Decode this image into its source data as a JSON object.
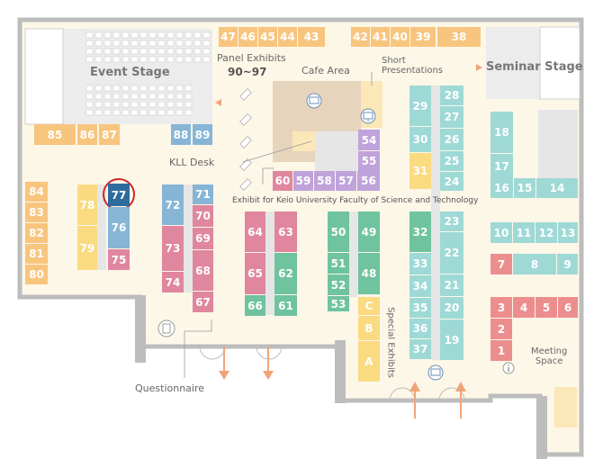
{
  "colors": {
    "orange": "#F8C57E",
    "yellow": "#FADB82",
    "blue": "#87B5D6",
    "pink": "#E0869F",
    "green": "#6FC39E",
    "purple": "#BFA3DA",
    "teal": "#9ED9D6",
    "coral": "#EC8E8E",
    "selected": "#2E6C9E",
    "cafe": "#E7D4BD",
    "floor": "#FDF7E8",
    "wall": "#BDBDBD",
    "gray_area": "#E6E6E6",
    "arrow": "#F0A479",
    "ring": "#D3262A"
  },
  "labels": {
    "event_stage": "Event Stage",
    "seminar_stage": "Seminar Stage",
    "panel_exhibits": "Panel Exhibits",
    "panel_range": "90~97",
    "cafe_area": "Cafe Area",
    "short_presentations": "Short\nPresentations",
    "kll_desk": "KLL Desk",
    "keio_exhibit": "Exhibit for Keio University Faculty of Science and Technology",
    "special_exhibits": "Special Exhibits",
    "questionnaire": "Questionnaire",
    "meeting_space": "Meeting\nSpace"
  },
  "selected_booth": "77",
  "booths": [
    {
      "n": "47",
      "c": "orange"
    },
    {
      "n": "46",
      "c": "orange"
    },
    {
      "n": "45",
      "c": "orange"
    },
    {
      "n": "44",
      "c": "orange"
    },
    {
      "n": "43",
      "c": "orange"
    },
    {
      "n": "42",
      "c": "orange"
    },
    {
      "n": "41",
      "c": "orange"
    },
    {
      "n": "40",
      "c": "orange"
    },
    {
      "n": "39",
      "c": "orange"
    },
    {
      "n": "38",
      "c": "orange"
    },
    {
      "n": "85",
      "c": "orange"
    },
    {
      "n": "86",
      "c": "orange"
    },
    {
      "n": "87",
      "c": "orange"
    },
    {
      "n": "88",
      "c": "blue"
    },
    {
      "n": "89",
      "c": "blue"
    },
    {
      "n": "84",
      "c": "orange"
    },
    {
      "n": "83",
      "c": "orange"
    },
    {
      "n": "82",
      "c": "orange"
    },
    {
      "n": "81",
      "c": "orange"
    },
    {
      "n": "80",
      "c": "orange"
    },
    {
      "n": "78",
      "c": "yellow"
    },
    {
      "n": "79",
      "c": "yellow"
    },
    {
      "n": "77",
      "c": "selected"
    },
    {
      "n": "76",
      "c": "blue"
    },
    {
      "n": "75",
      "c": "pink"
    },
    {
      "n": "72",
      "c": "blue"
    },
    {
      "n": "73",
      "c": "pink"
    },
    {
      "n": "74",
      "c": "pink"
    },
    {
      "n": "71",
      "c": "blue"
    },
    {
      "n": "70",
      "c": "pink"
    },
    {
      "n": "69",
      "c": "pink"
    },
    {
      "n": "68",
      "c": "pink"
    },
    {
      "n": "67",
      "c": "pink"
    },
    {
      "n": "64",
      "c": "pink"
    },
    {
      "n": "65",
      "c": "pink"
    },
    {
      "n": "66",
      "c": "green"
    },
    {
      "n": "63",
      "c": "pink"
    },
    {
      "n": "62",
      "c": "green"
    },
    {
      "n": "61",
      "c": "green"
    },
    {
      "n": "60",
      "c": "pink"
    },
    {
      "n": "59",
      "c": "purple"
    },
    {
      "n": "58",
      "c": "purple"
    },
    {
      "n": "57",
      "c": "purple"
    },
    {
      "n": "56",
      "c": "purple"
    },
    {
      "n": "54",
      "c": "purple"
    },
    {
      "n": "55",
      "c": "purple"
    },
    {
      "n": "50",
      "c": "green"
    },
    {
      "n": "51",
      "c": "green"
    },
    {
      "n": "52",
      "c": "green"
    },
    {
      "n": "53",
      "c": "green"
    },
    {
      "n": "49",
      "c": "green"
    },
    {
      "n": "48",
      "c": "green"
    },
    {
      "n": "C",
      "c": "yellow"
    },
    {
      "n": "B",
      "c": "yellow"
    },
    {
      "n": "A",
      "c": "yellow"
    },
    {
      "n": "29",
      "c": "teal"
    },
    {
      "n": "30",
      "c": "teal"
    },
    {
      "n": "31",
      "c": "yellow"
    },
    {
      "n": "28",
      "c": "teal"
    },
    {
      "n": "27",
      "c": "teal"
    },
    {
      "n": "26",
      "c": "teal"
    },
    {
      "n": "25",
      "c": "teal"
    },
    {
      "n": "24",
      "c": "teal"
    },
    {
      "n": "32",
      "c": "green"
    },
    {
      "n": "33",
      "c": "teal"
    },
    {
      "n": "34",
      "c": "teal"
    },
    {
      "n": "35",
      "c": "teal"
    },
    {
      "n": "36",
      "c": "teal"
    },
    {
      "n": "37",
      "c": "teal"
    },
    {
      "n": "23",
      "c": "teal"
    },
    {
      "n": "22",
      "c": "teal"
    },
    {
      "n": "21",
      "c": "teal"
    },
    {
      "n": "20",
      "c": "teal"
    },
    {
      "n": "19",
      "c": "teal"
    },
    {
      "n": "18",
      "c": "teal"
    },
    {
      "n": "17",
      "c": "teal"
    },
    {
      "n": "16",
      "c": "teal"
    },
    {
      "n": "15",
      "c": "teal"
    },
    {
      "n": "14",
      "c": "teal"
    },
    {
      "n": "10",
      "c": "teal"
    },
    {
      "n": "11",
      "c": "teal"
    },
    {
      "n": "12",
      "c": "teal"
    },
    {
      "n": "13",
      "c": "teal"
    },
    {
      "n": "7",
      "c": "coral"
    },
    {
      "n": "8",
      "c": "teal"
    },
    {
      "n": "9",
      "c": "teal"
    },
    {
      "n": "3",
      "c": "coral"
    },
    {
      "n": "4",
      "c": "coral"
    },
    {
      "n": "5",
      "c": "coral"
    },
    {
      "n": "6",
      "c": "coral"
    },
    {
      "n": "2",
      "c": "coral"
    },
    {
      "n": "1",
      "c": "coral"
    }
  ]
}
